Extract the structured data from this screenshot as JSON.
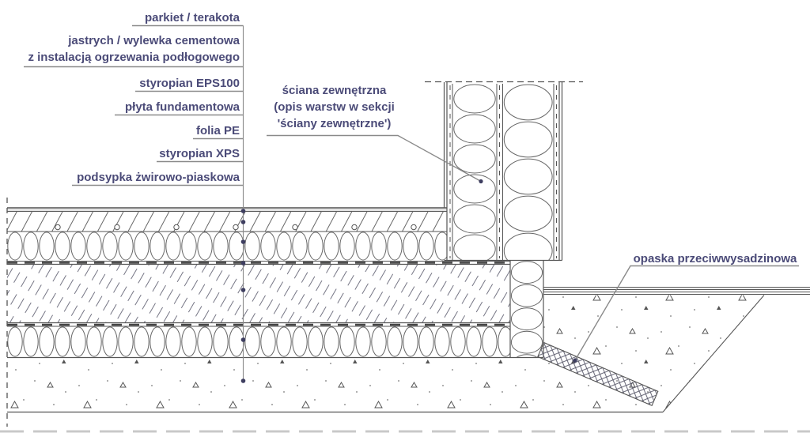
{
  "drawing": {
    "layer_labels": [
      "parkiet / terakota",
      "jastrych / wylewka cementowa\nz instalacją ogrzewania podłogowego",
      "styropian EPS100",
      "płyta fundamentowa",
      "folia PE",
      "styropian XPS",
      "podsypka żwirowo-piaskowa"
    ],
    "wall_label": "ściana zewnętrzna\n(opis warstw w sekcji\n'ściany zewnętrzne')",
    "band_label": "opaska przeciwwysadzinowa",
    "colors": {
      "label_text": "#4b4b78",
      "drawing_line": "#555555",
      "leader_line": "#8a8a8a",
      "reference_dot": "#3e3e60"
    }
  }
}
